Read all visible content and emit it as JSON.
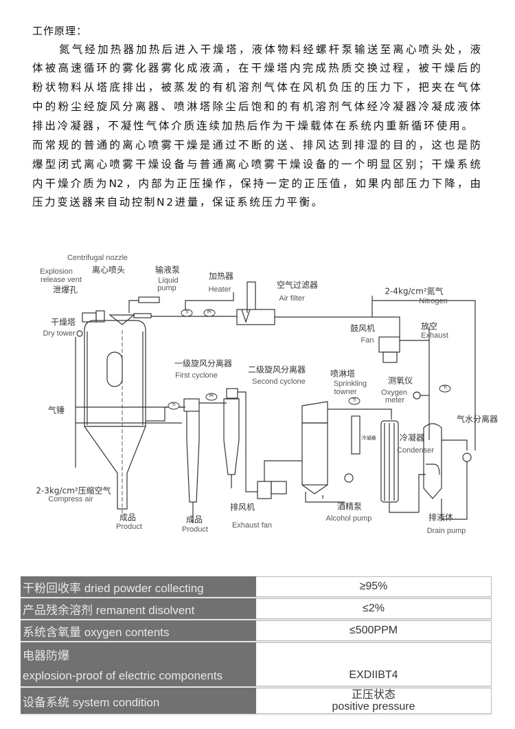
{
  "heading": "工作原理：",
  "paragraph_lines": [
    "氮气经加热器加热后进入干燥塔，液体物料经螺杆泵输送至离心喷头处，液",
    "体被高速循环的雾化器雾化成液滴，在干燥塔内完成热质交换过程，被干燥后的",
    "粉状物料从塔底排出，被蒸发的有机溶剂气体在风机负压的压力下，把夹在气体",
    "中的粉尘经旋风分离器、喷淋塔除尘后饱和的有机溶剂气体经冷凝器冷凝成液体",
    "排出冷凝器，不凝性气体介质连续加热后作为干燥载体在系统内重新循环使用。",
    "而常规的普通的离心喷雾干燥是通过不断的送、排风达到排湿的目的，这也是防",
    "爆型闭式离心喷雾干燥设备与普通离心喷雾干燥设备的一个明显区别；干燥系统",
    "内干燥介质为N2，内部为正压操作，保持一定的正压值，如果内部压力下降，由",
    "压力变送器来自动控制N2进量，保证系统压力平衡。"
  ],
  "diagram": {
    "centrifugal_nozzle_en": "Centrifugal nozzle",
    "centrifugal_nozzle_cn": "离心喷头",
    "liquid_pump_cn": "输液泵",
    "liquid_pump_en1": "Liquid",
    "liquid_pump_en2": "pump",
    "explosion_en1": "Explosion",
    "explosion_en2": "release vent",
    "explosion_cn": "泄爆孔",
    "heater_cn": "加热器",
    "heater_en": "Heater",
    "air_filter_cn": "空气过滤器",
    "air_filter_en": "Air filter",
    "nitrogen_cn": "2-4kg/cm²氮气",
    "nitrogen_en": "Nitrogen",
    "dry_tower_cn": "干燥塔",
    "dry_tower_en": "Dry tower",
    "fan_cn": "鼓风机",
    "fan_en": "Fan",
    "exhaust_cn": "放空",
    "exhaust_en": "Exhaust",
    "first_cyclone_cn": "一级旋风分离器",
    "first_cyclone_en": "First cyclone",
    "second_cyclone_cn": "二级旋风分离器",
    "second_cyclone_en": "Second cyclone",
    "sprinkling_cn": "喷淋塔",
    "sprinkling_en1": "Sprinkling",
    "sprinkling_en2": "towner",
    "oxygen_cn": "测氧仪",
    "oxygen_en1": "Oxygen",
    "oxygen_en2": "meter",
    "air_hammer_cn": "气锤",
    "gas_water_sep_cn": "气水分离器",
    "small_condenser_cn": "冷凝器",
    "condenser_cn": "冷凝器",
    "condenser_en": "Condenser",
    "compress_air_cn": "2-3kg/cm²压缩空气",
    "compress_air_en": "Compress air",
    "product1_cn": "成品",
    "product1_en": "Product",
    "product2_cn": "成品",
    "product2_en": "Product",
    "exhaust_fan_cn": "排风机",
    "exhaust_fan_en": "Exhaust fan",
    "alcohol_pump_cn": "酒精泵",
    "alcohol_pump_en": "Alcohol pump",
    "drain_cn": "排液体",
    "drain_en": "Drain pump",
    "gauge_ti": "TI",
    "gauge_pi": "PI"
  },
  "table": {
    "rows": [
      {
        "key": "干粉回收率 dried powder collecting",
        "value": "≥95%"
      },
      {
        "key": "产品残余溶剂 remanent disolvent",
        "value": "≤2%"
      },
      {
        "key": "系统含氧量 oxygen contents",
        "value": "≤500PPM"
      },
      {
        "key": "电器防爆",
        "key2": "explosion-proof of electric components",
        "value": "EXDIIBT4"
      },
      {
        "key": "设备系统 system condition",
        "value": "正压状态",
        "value2": "positive pressure"
      }
    ]
  },
  "colors": {
    "label_bg": "#717171",
    "value_bg": "#ffffff"
  }
}
